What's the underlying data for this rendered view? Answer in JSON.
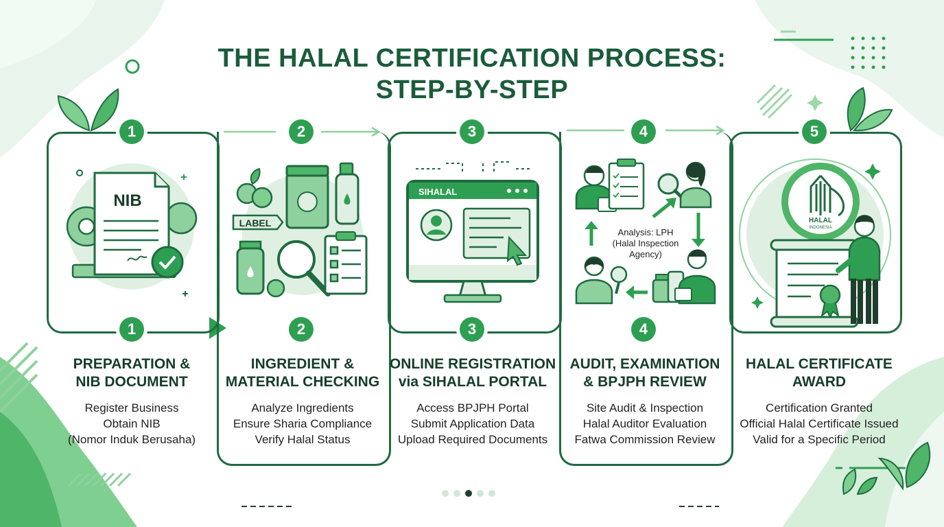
{
  "title": {
    "line1": "THE HALAL CERTIFICATION PROCESS:",
    "line2": "STEP-BY-STEP"
  },
  "colors": {
    "primary": "#1f6b41",
    "accent": "#2e9f52",
    "light": "#dff0e2",
    "mid": "#8fd19e"
  },
  "steps": [
    {
      "number": "1",
      "title1": "PREPARATION &",
      "title2": "NIB DOCUMENT",
      "lines": [
        "Register Business",
        "Obtain NIB",
        "(Nomor Induk Berusaha)"
      ],
      "illustration": {
        "doc_label": "NIB"
      }
    },
    {
      "number": "2",
      "title1": "INGREDIENT &",
      "title2": "MATERIAL CHECKING",
      "lines": [
        "Analyze Ingredients",
        "Ensure Sharia Compliance",
        "Verify Halal Status"
      ],
      "illustration": {
        "tag_label": "LABEL"
      }
    },
    {
      "number": "3",
      "title1": "ONLINE REGISTRATION",
      "title2": "via SIHALAL PORTAL",
      "lines": [
        "Access BPJPH Portal",
        "Submit Application Data",
        "Upload Required Documents"
      ],
      "illustration": {
        "screen_label": "SIHALAL"
      }
    },
    {
      "number": "4",
      "title1": "AUDIT, EXAMINATION",
      "title2": "& BPJPH REVIEW",
      "lines": [
        "Site Audit & Inspection",
        "Halal Auditor Evaluation",
        "Fatwa Commission Review"
      ],
      "illustration": {
        "analysis": [
          "Analysis: LPH",
          "(Halal Inspection",
          "Agency)"
        ]
      }
    },
    {
      "number": "5",
      "title1": "HALAL CERTIFICATE",
      "title2": "AWARD",
      "lines": [
        "Certification Granted",
        "Official Halal Certificate Issued",
        "Valid for a Specific Period"
      ],
      "illustration": {
        "seal_label": "HALAL",
        "seal_sub": "INDONESIA"
      }
    }
  ]
}
